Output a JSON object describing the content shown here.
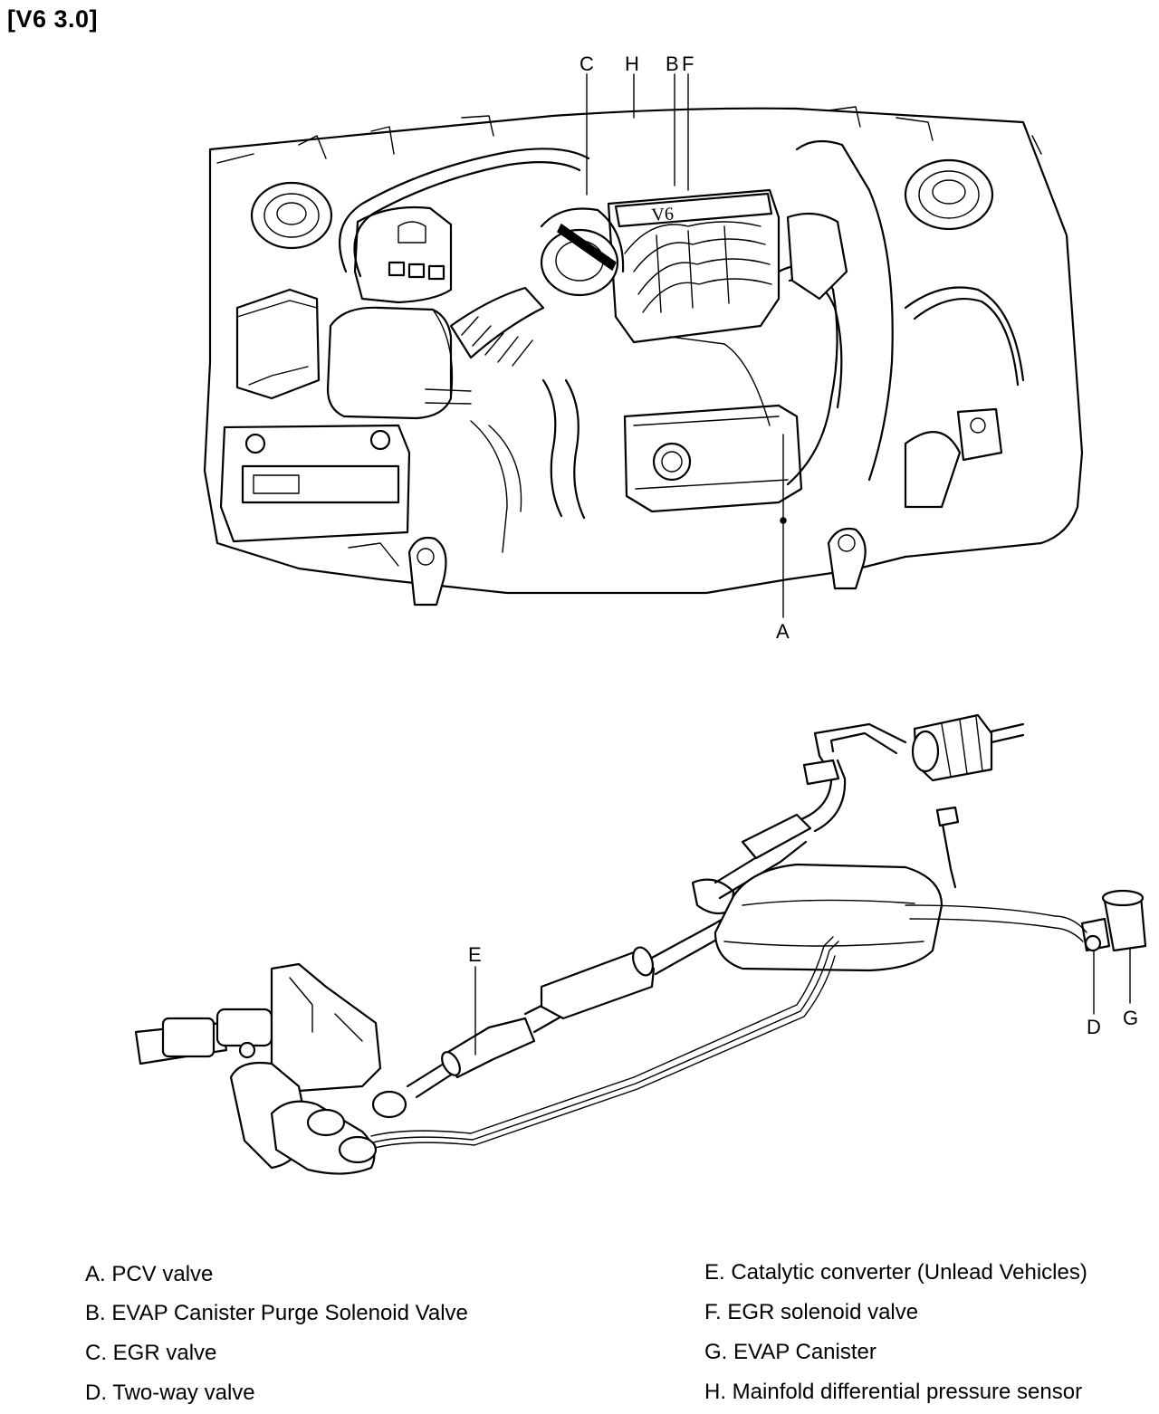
{
  "title": "[V6 3.0]",
  "engine_badge": "V6",
  "callouts": {
    "A": "A",
    "B": "B",
    "C": "C",
    "D": "D",
    "E": "E",
    "F": "F",
    "G": "G",
    "H": "H"
  },
  "legend": {
    "left": [
      "A. PCV valve",
      "B. EVAP Canister Purge Solenoid Valve",
      "C. EGR valve",
      "D. Two-way valve"
    ],
    "right": [
      "E. Catalytic converter (Unlead Vehicles)",
      "F. EGR solenoid valve",
      "G. EVAP Canister",
      "H. Mainfold differential pressure sensor"
    ]
  }
}
